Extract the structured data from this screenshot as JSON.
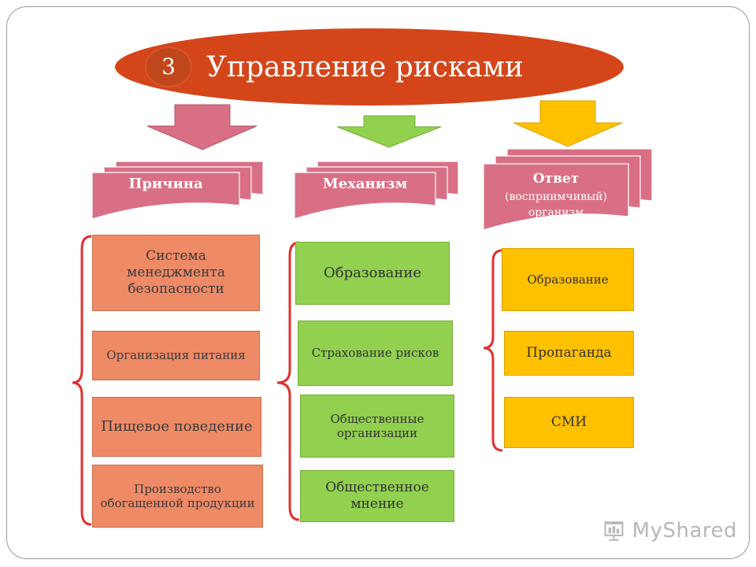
{
  "title": {
    "number": "3",
    "text": "Управление рисками"
  },
  "columns": [
    {
      "header": "Причина",
      "items": [
        "Система менеджмента безопасности",
        "Организация питания",
        "Пищевое поведение",
        "Производство обогащенной продукции"
      ]
    },
    {
      "header": "Механизм",
      "items": [
        "Образование",
        "Страхование рисков",
        "Общественные организации",
        "Общественное мнение"
      ]
    },
    {
      "header_title": "Ответ",
      "header_subtitle": "(восприимчивый) организм",
      "items": [
        "Образование",
        "Пропаганда",
        "СМИ"
      ]
    }
  ],
  "colors": {
    "title": "#d4461a",
    "cause": "#d96f84",
    "salmon": "#ef8a66",
    "green": "#92d050",
    "yellow": "#ffc000",
    "brace": "#e0302e"
  },
  "watermark": "MyShared"
}
